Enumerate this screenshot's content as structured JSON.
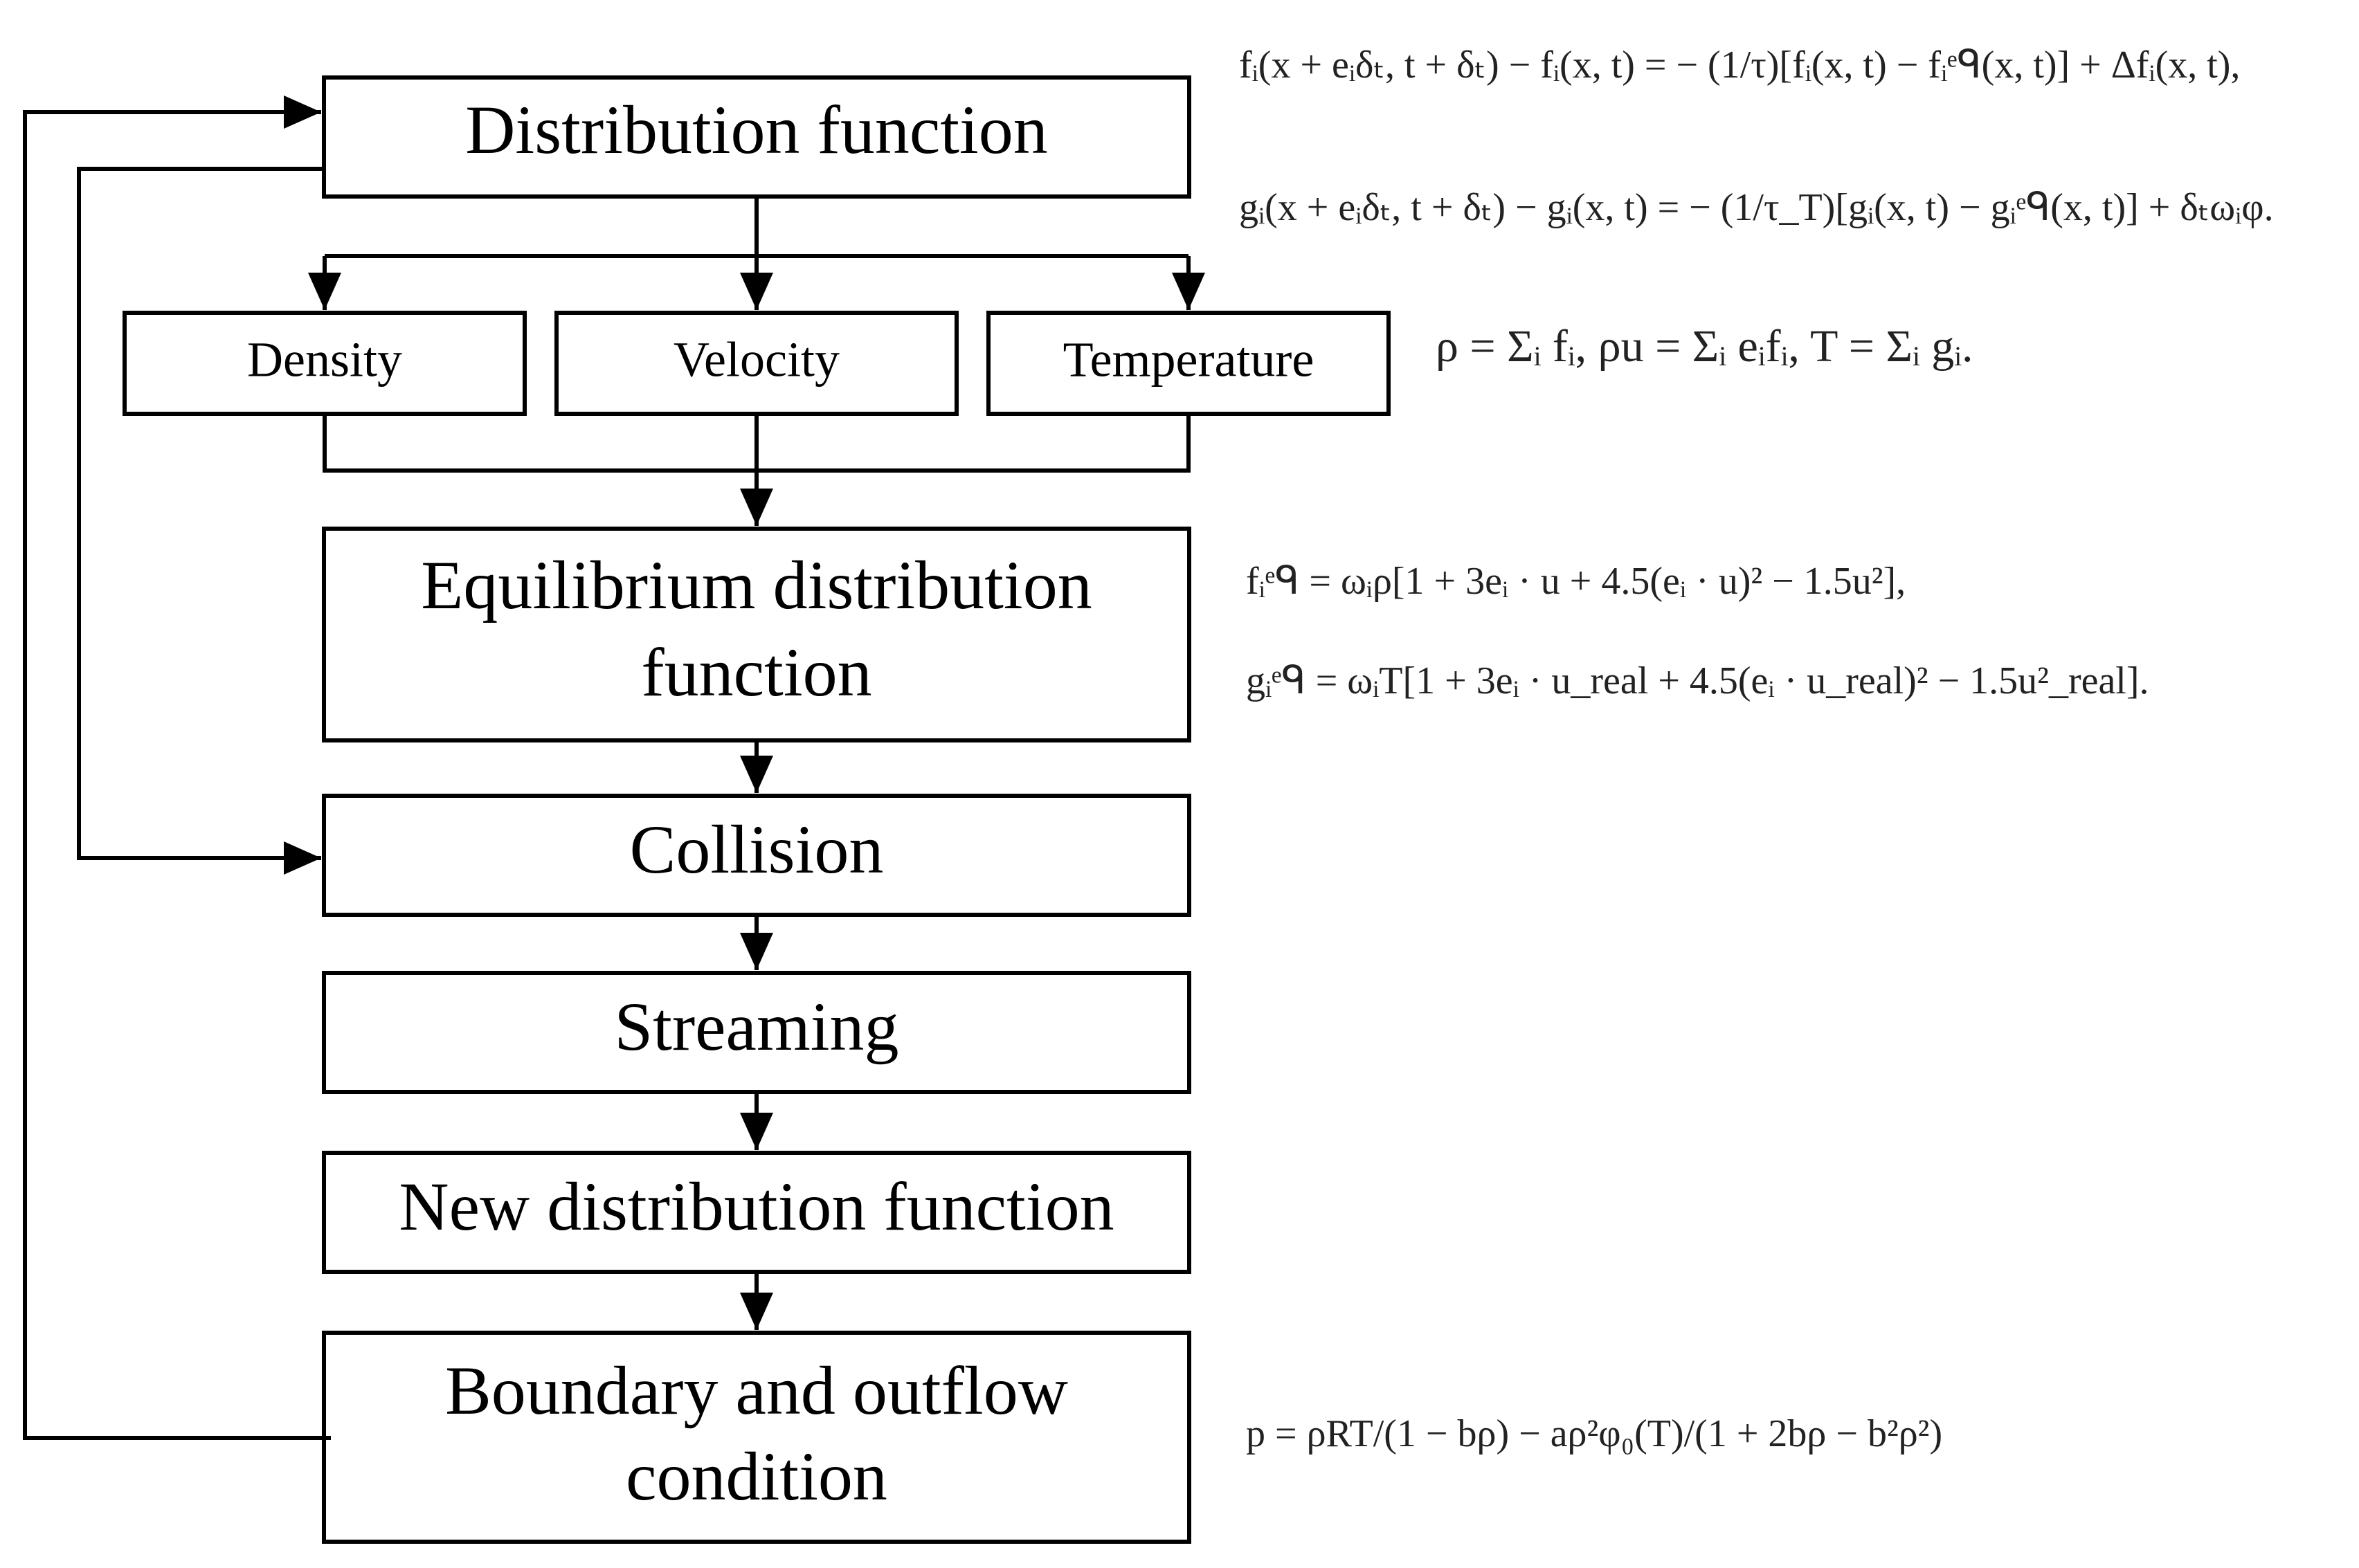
{
  "boxes": {
    "distribution": "Distribution function",
    "density": "Density",
    "velocity": "Velocity",
    "temperature": "Temperature",
    "equilibrium_line1": "Equilibrium distribution",
    "equilibrium_line2": "function",
    "collision": "Collision",
    "streaming": "Streaming",
    "new_distribution": "New distribution function",
    "boundary_line1": "Boundary and outflow",
    "boundary_line2": "condition"
  },
  "equations": {
    "f_evolution": "fᵢ(x + eᵢδₜ, t + δₜ) − fᵢ(x, t) = − (1/τ)[fᵢ(x, t) − fᵢᵉᑫ(x, t)] + Δfᵢ(x, t),",
    "g_evolution": "gᵢ(x + eᵢδₜ, t + δₜ) − gᵢ(x, t) = − (1/τ_T)[gᵢ(x, t) − gᵢᵉᑫ(x, t)] + δₜωᵢφ.",
    "macroscopic": "ρ = Σᵢ fᵢ,    ρu = Σᵢ eᵢfᵢ,    T = Σᵢ gᵢ.",
    "f_equilibrium": "fᵢᵉᑫ = ωᵢρ[1 + 3eᵢ · u + 4.5(eᵢ · u)² − 1.5u²],",
    "g_equilibrium": "gᵢᵉᑫ = ωᵢT[1 + 3eᵢ · u_real + 4.5(eᵢ · u_real)² − 1.5u²_real].",
    "pressure": "p = ρRT/(1 − bρ) − aρ²φ₀(T)/(1 + 2bρ − b²ρ²)"
  }
}
